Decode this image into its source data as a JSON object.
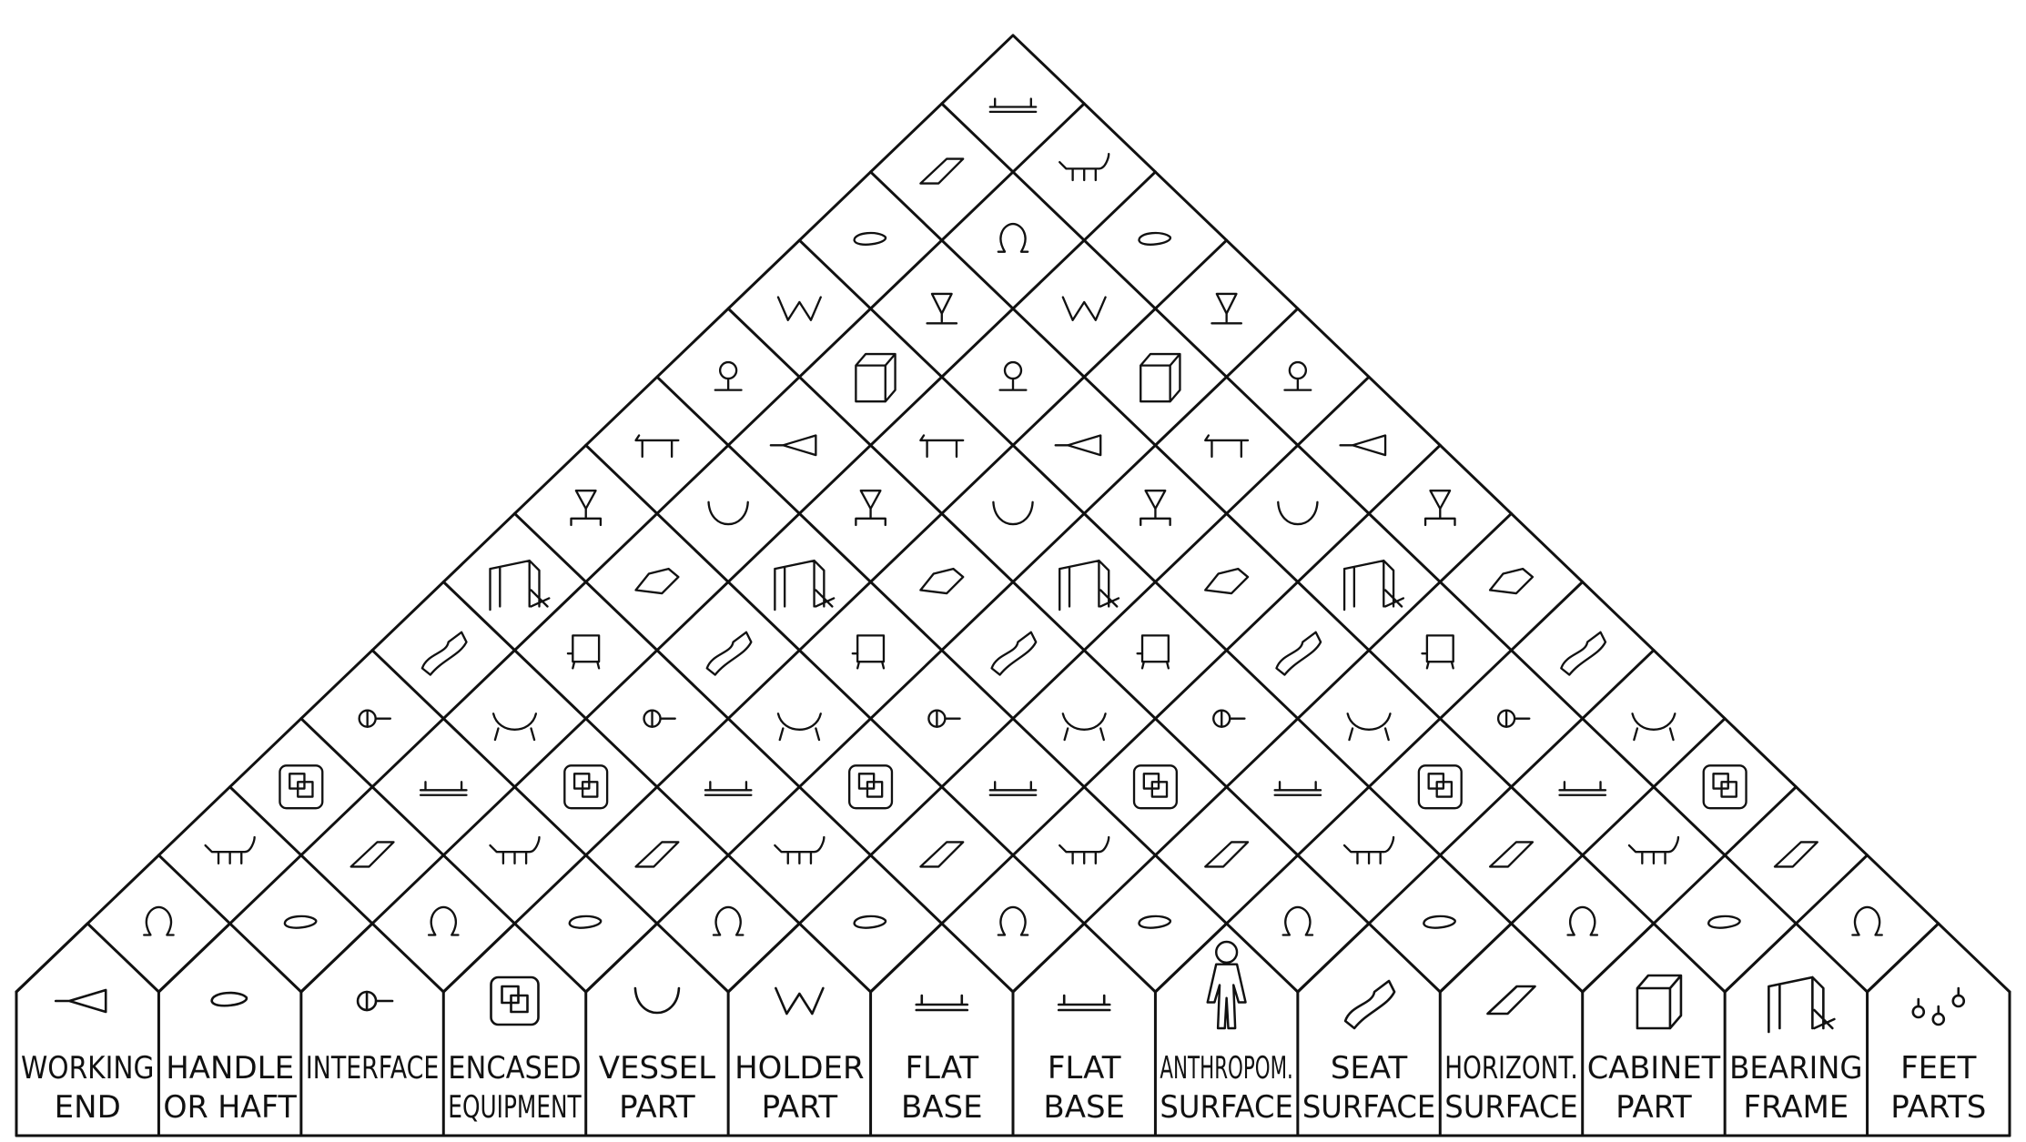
{
  "diagram": {
    "columns": [
      {
        "line1": "WORKING",
        "line2": "END",
        "icon": "cone-icon"
      },
      {
        "line1": "HANDLE",
        "line2": "OR HAFT",
        "icon": "handle-icon"
      },
      {
        "line1": "INTERFACE",
        "line2": "",
        "icon": "interface-icon"
      },
      {
        "line1": "ENCASED",
        "line2": "EQUIPMENT",
        "icon": "encased-box-icon"
      },
      {
        "line1": "VESSEL",
        "line2": "PART",
        "icon": "bowl-icon"
      },
      {
        "line1": "HOLDER",
        "line2": "PART",
        "icon": "holder-w-icon"
      },
      {
        "line1": "FLAT",
        "line2": "BASE",
        "icon": "flat-base-icon"
      },
      {
        "line1": "FLAT",
        "line2": "BASE",
        "icon": "flat-base-icon"
      },
      {
        "line1": "ANTHROPOM.",
        "line2": "SURFACE",
        "icon": "human-figure-icon"
      },
      {
        "line1": "SEAT",
        "line2": "SURFACE",
        "icon": "seat-surface-icon"
      },
      {
        "line1": "HORIZONT.",
        "line2": "SURFACE",
        "icon": "horizontal-surface-icon"
      },
      {
        "line1": "CABINET",
        "line2": "PART",
        "icon": "cabinet-box-icon"
      },
      {
        "line1": "BEARING",
        "line2": "FRAME",
        "icon": "bearing-frame-icon"
      },
      {
        "line1": "FEET",
        "line2": "PARTS",
        "icon": "feet-icon"
      }
    ]
  }
}
